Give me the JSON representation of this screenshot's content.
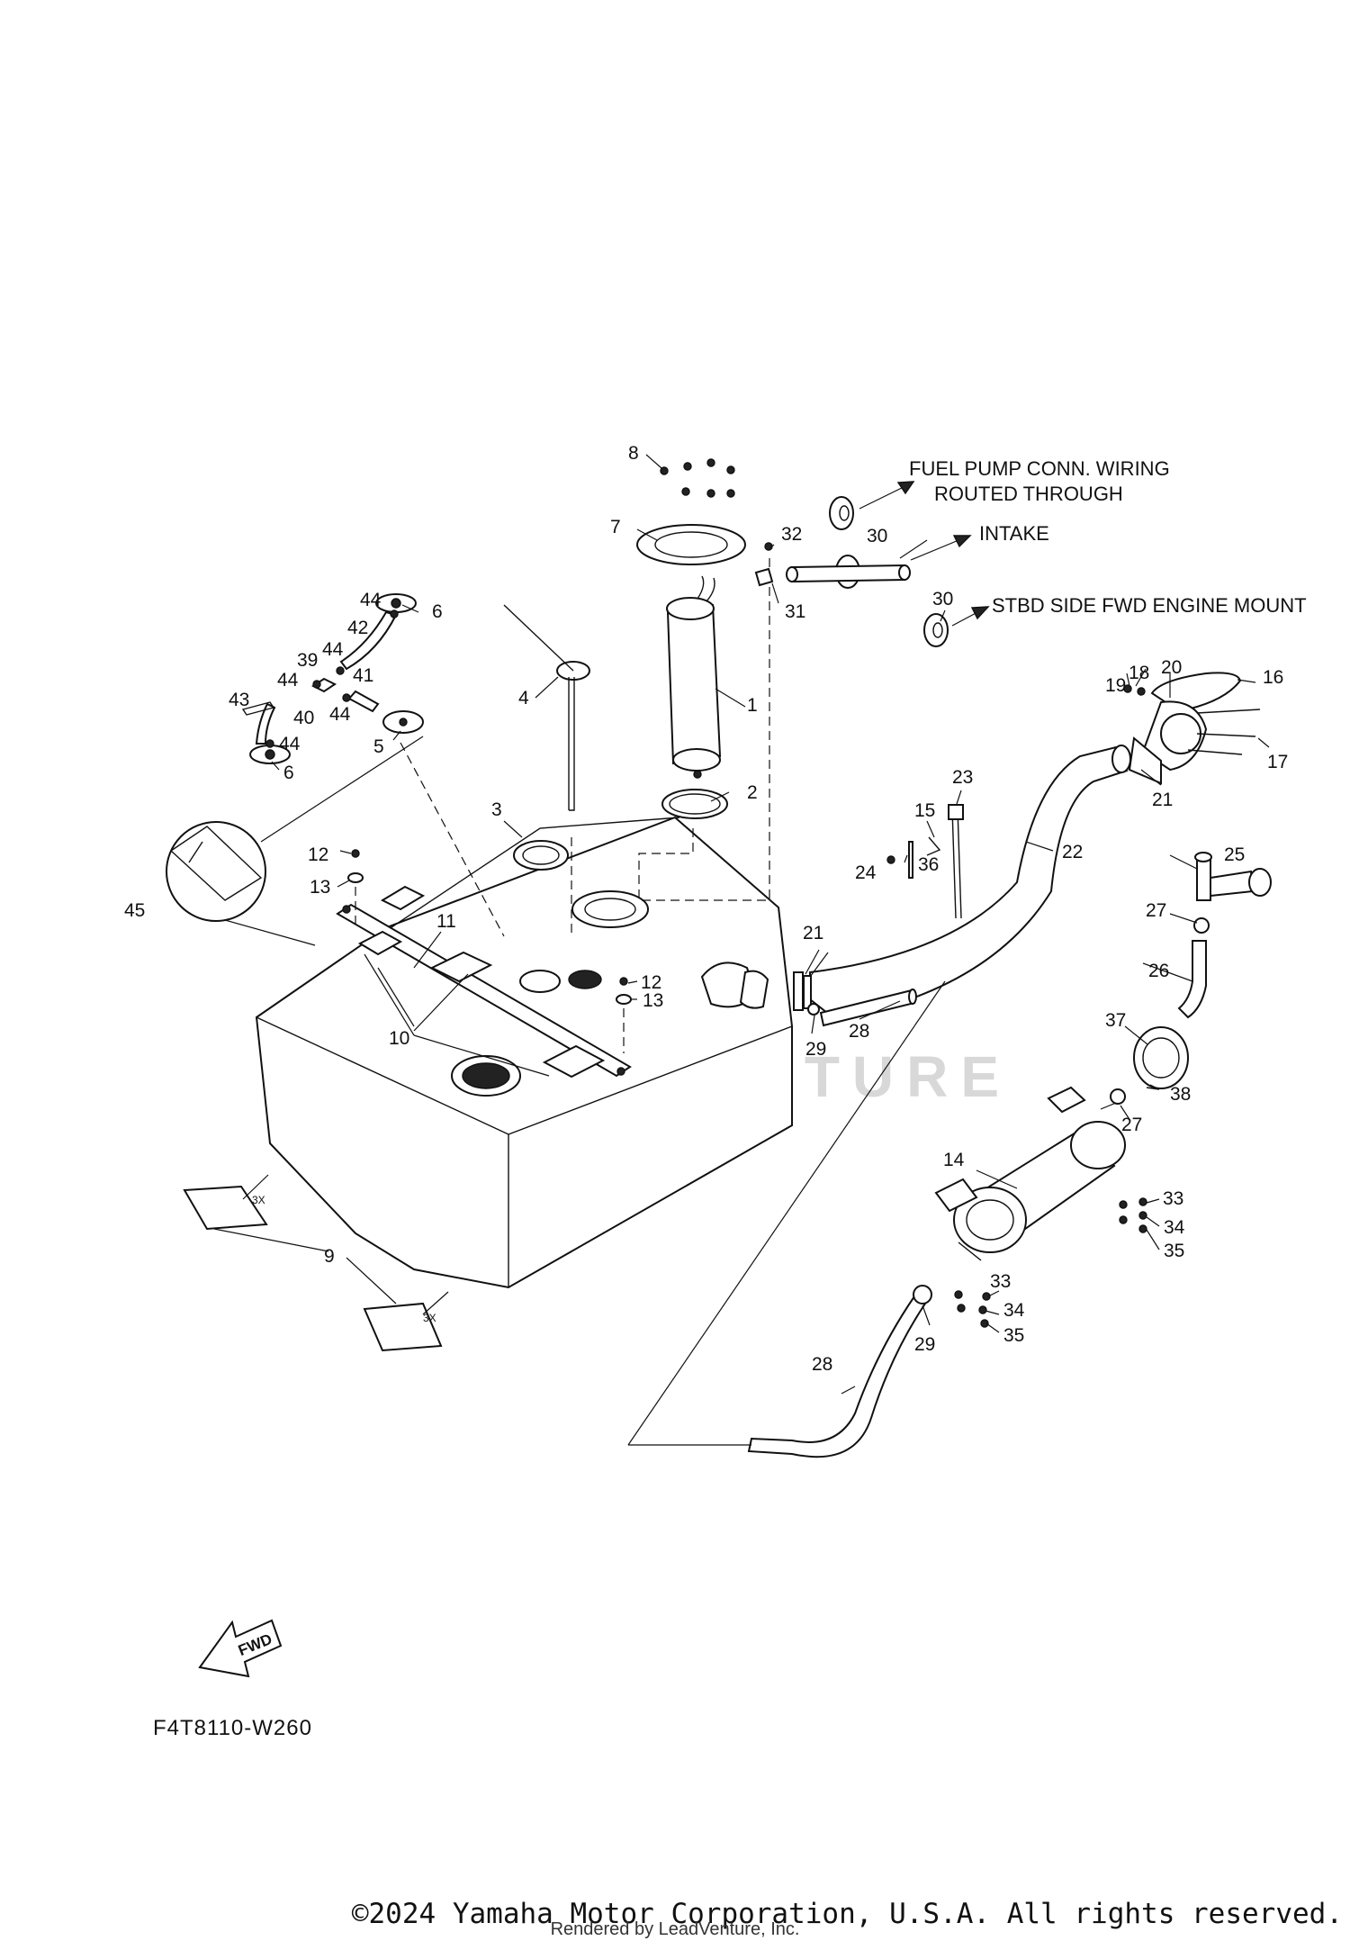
{
  "figure_code": "F4T8110-W260",
  "copyright": "©2024 Yamaha Motor Corporation, U.S.A. All rights reserved.",
  "rendered_by": "Rendered by LeadVenture, Inc.",
  "watermark": "LEADVENTURE",
  "fwd_label": "FWD",
  "quantity_mark": "3X",
  "notes": {
    "wiring_line1": "FUEL PUMP CONN. WIRING",
    "wiring_line2": "ROUTED THROUGH",
    "intake": "INTAKE",
    "engine_mount": "STBD SIDE FWD ENGINE MOUNT"
  },
  "callouts": {
    "c1": "1",
    "c2": "2",
    "c3": "3",
    "c4": "4",
    "c5": "5",
    "c6a": "6",
    "c6b": "6",
    "c7": "7",
    "c8": "8",
    "c9": "9",
    "c10": "10",
    "c11": "11",
    "c12a": "12",
    "c12b": "12",
    "c13a": "13",
    "c13b": "13",
    "c14": "14",
    "c15": "15",
    "c16": "16",
    "c17": "17",
    "c18": "18",
    "c19": "19",
    "c20": "20",
    "c21a": "21",
    "c21b": "21",
    "c22": "22",
    "c23": "23",
    "c24": "24",
    "c25": "25",
    "c26": "26",
    "c27a": "27",
    "c27b": "27",
    "c28a": "28",
    "c28b": "28",
    "c29a": "29",
    "c29b": "29",
    "c30a": "30",
    "c30b": "30",
    "c31": "31",
    "c32": "32",
    "c33a": "33",
    "c33b": "33",
    "c34a": "34",
    "c34b": "34",
    "c35a": "35",
    "c35b": "35",
    "c36": "36",
    "c37": "37",
    "c38": "38",
    "c39": "39",
    "c40": "40",
    "c41": "41",
    "c42": "42",
    "c43": "43",
    "c44a": "44",
    "c44b": "44",
    "c44c": "44",
    "c44d": "44",
    "c44e": "44",
    "c45": "45"
  }
}
